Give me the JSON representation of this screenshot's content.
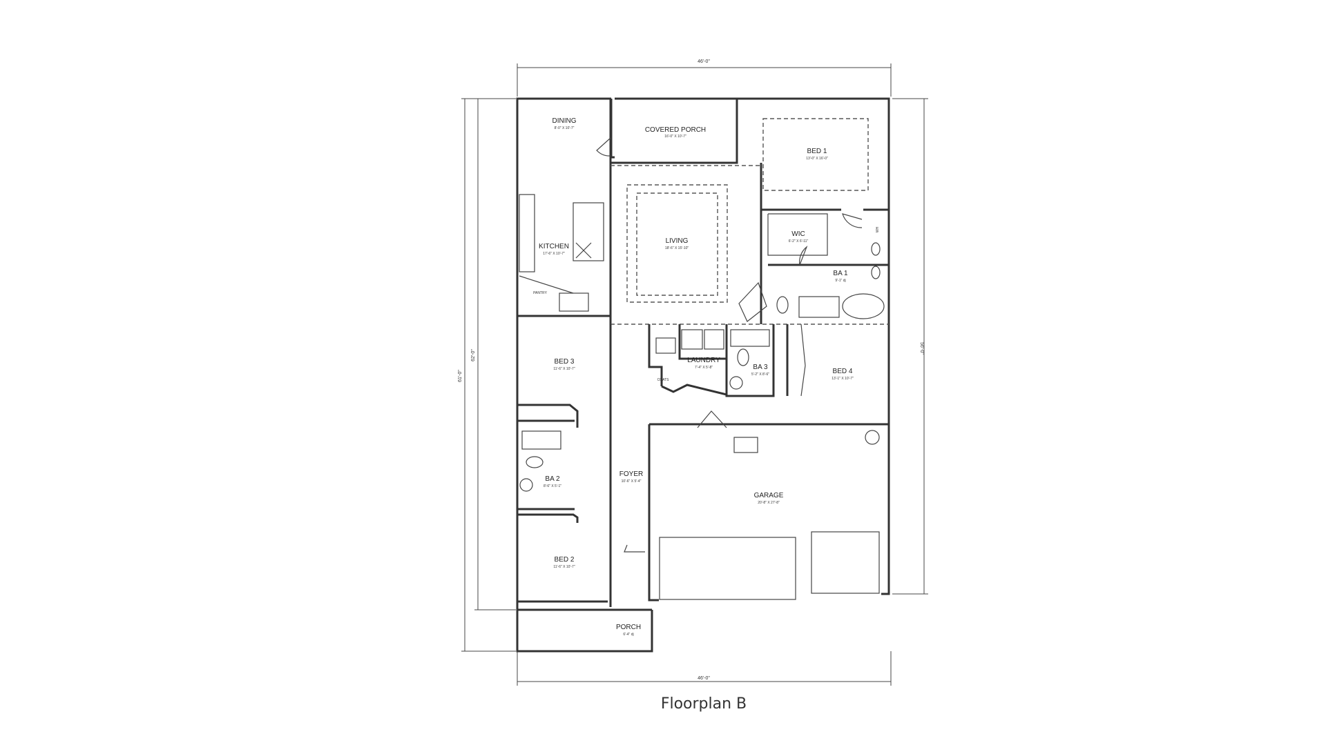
{
  "caption": "Floorplan B",
  "dimensions": {
    "top": "46'-0\"",
    "bottom": "46'-0\"",
    "left_outer": "61'-0\"",
    "left_inner": "62'-0\"",
    "right": "56'-0\""
  },
  "rooms": {
    "dining": {
      "name": "DINING",
      "size": "8'-0\" X 10'-7\""
    },
    "covered": {
      "name": "COVERED PORCH",
      "size": "16'-0\" X 10'-7\""
    },
    "bed1": {
      "name": "BED 1",
      "size": "13'-0\" X 16'-0\""
    },
    "living": {
      "name": "LIVING",
      "size": "18'-6\" X 15'-10\""
    },
    "kitchen": {
      "name": "KITCHEN",
      "size": "17'-6\" X 10'-7\""
    },
    "pantry": {
      "name": "PANTRY",
      "size": ""
    },
    "wic": {
      "name": "WIC",
      "size": "6'-2\" X 6'-11\""
    },
    "ba1": {
      "name": "BA 1",
      "size": "9'-1\" dj"
    },
    "bed3": {
      "name": "BED 3",
      "size": "11'-6\" X 10'-7\""
    },
    "laundry": {
      "name": "LAUNDRY",
      "size": "7'-4\" X 5'-8\""
    },
    "ba3": {
      "name": "BA 3",
      "size": "5'-2\" X 8'-6\""
    },
    "bed4": {
      "name": "BED 4",
      "size": "13'-1\" X 10'-7\""
    },
    "coats": {
      "name": "COATS",
      "size": ""
    },
    "ba2": {
      "name": "BA 2",
      "size": "8'-6\" X 5'-1\""
    },
    "foyer": {
      "name": "FOYER",
      "size": "10'-6\" X 5'-4\""
    },
    "garage": {
      "name": "GARAGE",
      "size": "20'-8\" X 27'-8\""
    },
    "bed2": {
      "name": "BED 2",
      "size": "11'-6\" X 10'-7\""
    },
    "porch": {
      "name": "PORCH",
      "size": "6'-4\" dj"
    }
  },
  "fixtures": {
    "wh_label": "WH"
  }
}
